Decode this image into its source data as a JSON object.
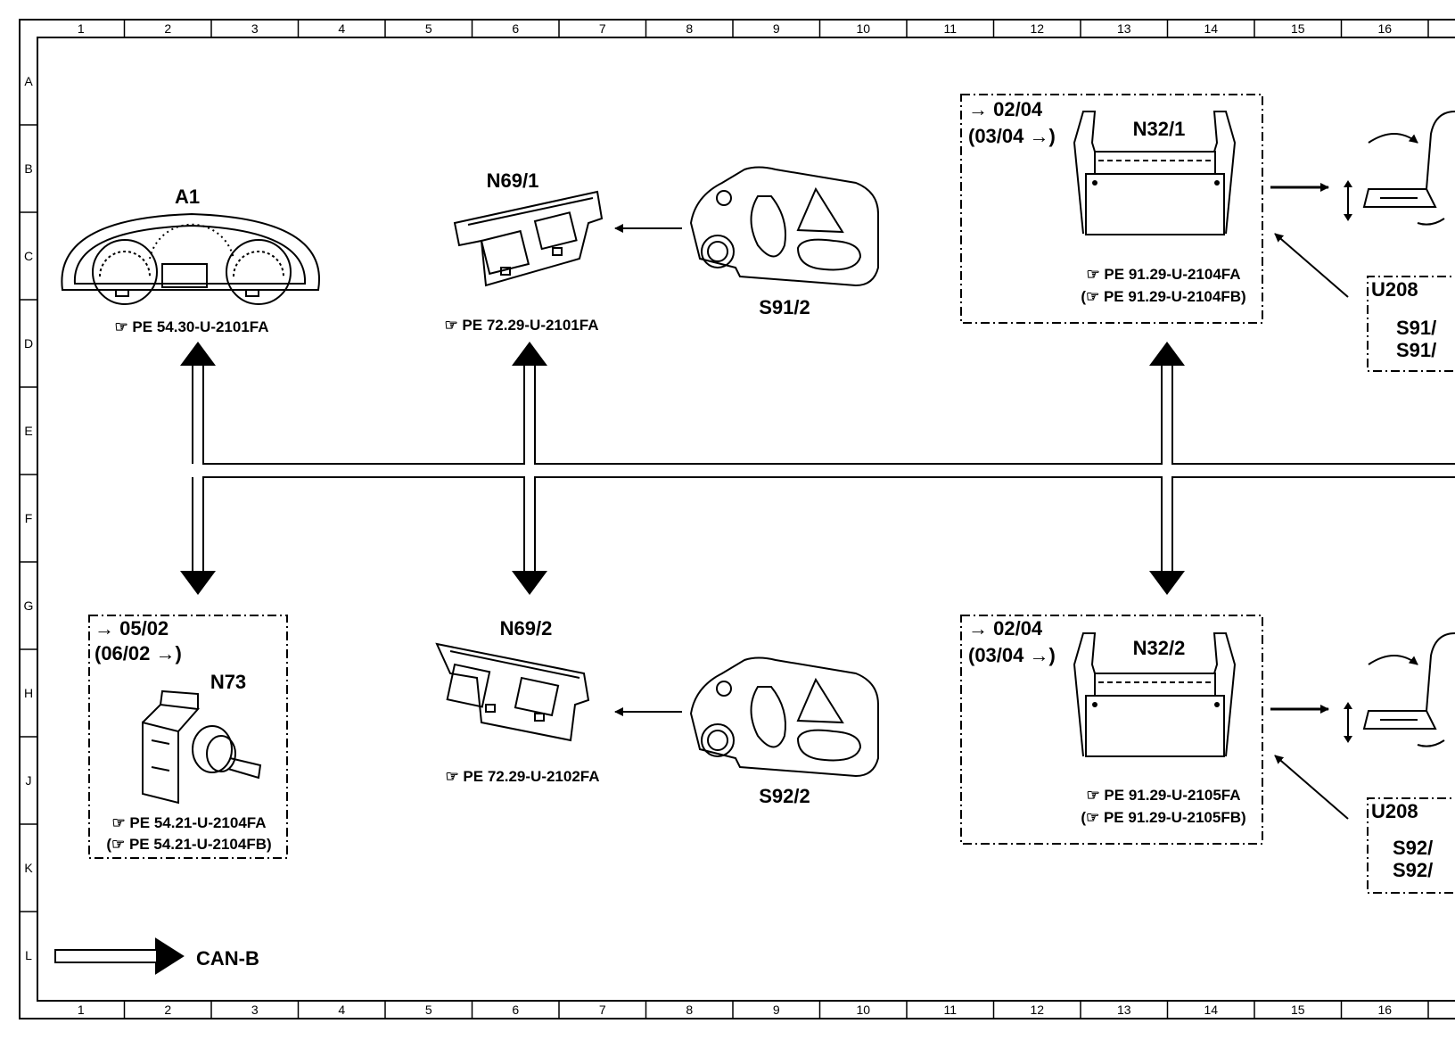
{
  "ruler": {
    "columns": [
      "1",
      "2",
      "3",
      "4",
      "5",
      "6",
      "7",
      "8",
      "9",
      "10",
      "11",
      "12",
      "13",
      "14",
      "15",
      "16"
    ],
    "rows": [
      "A",
      "B",
      "C",
      "D",
      "E",
      "F",
      "G",
      "H",
      "J",
      "K",
      "L"
    ]
  },
  "components": {
    "a1": {
      "name": "A1",
      "ref": "☞ PE  54.30-U-2101FA"
    },
    "n69_1": {
      "name": "N69/1",
      "ref": "☞ PE  72.29-U-2101FA"
    },
    "s91_2": {
      "name": "S91/2"
    },
    "n32_1": {
      "name": "N32/1",
      "date1": "→ 02/04",
      "date2": "(03/04 →)",
      "ref1": "☞ PE  91.29-U-2104FA",
      "ref2": "(☞ PE  91.29-U-2104FB)"
    },
    "u208_top": {
      "name": "U208",
      "l1": "S91/",
      "l2": "S91/"
    },
    "n73": {
      "name": "N73",
      "date1": "→ 05/02",
      "date2": "(06/02 →)",
      "ref1": "☞ PE  54.21-U-2104FA",
      "ref2": "(☞ PE  54.21-U-2104FB)"
    },
    "n69_2": {
      "name": "N69/2",
      "ref": "☞ PE  72.29-U-2102FA"
    },
    "s92_2": {
      "name": "S92/2"
    },
    "n32_2": {
      "name": "N32/2",
      "date1": "→ 02/04",
      "date2": "(03/04 →)",
      "ref1": "☞ PE  91.29-U-2105FA",
      "ref2": "(☞ PE  91.29-U-2105FB)"
    },
    "u208_bottom": {
      "name": "U208",
      "l1": "S92/",
      "l2": "S92/"
    }
  },
  "legend": {
    "label": "CAN-B"
  }
}
